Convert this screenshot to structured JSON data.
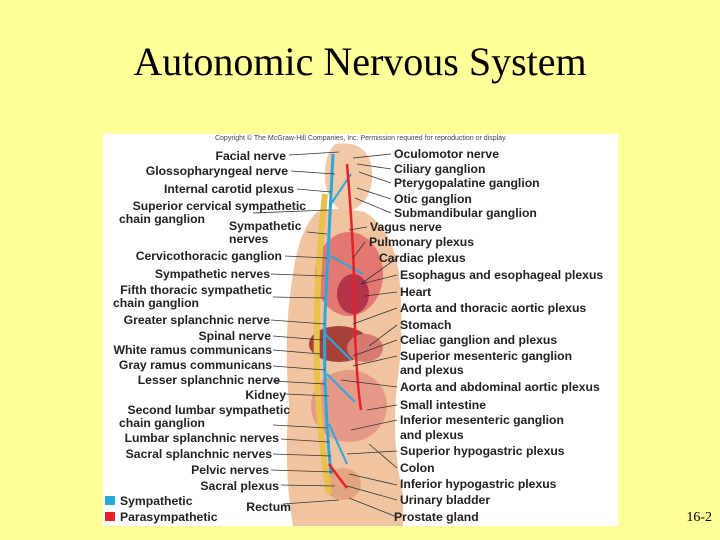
{
  "slide": {
    "title": "Autonomic Nervous System",
    "number": "16-2"
  },
  "figure": {
    "copyright": "Copyright © The McGraw-Hill Companies, Inc. Permission required for reproduction or display.",
    "left_labels": [
      "Facial nerve",
      "Glossopharyngeal nerve",
      "Internal carotid plexus",
      "Superior cervical sympathetic",
      "chain ganglion",
      "Sympathetic",
      "nerves",
      "Cervicothoracic ganglion",
      "Sympathetic nerves",
      "Fifth thoracic sympathetic",
      "chain ganglion",
      "Greater splanchnic nerve",
      "Spinal nerve",
      "White ramus communicans",
      "Gray ramus communicans",
      "Lesser splanchnic nerve",
      "Kidney",
      "Second lumbar sympathetic",
      "chain ganglion",
      "Lumbar splanchnic nerves",
      "Sacral splanchnic nerves",
      "Pelvic nerves",
      "Sacral plexus",
      "Rectum"
    ],
    "right_labels": [
      "Oculomotor nerve",
      "Ciliary ganglion",
      "Pterygopalatine ganglion",
      "Otic ganglion",
      "Submandibular ganglion",
      "Vagus nerve",
      "Pulmonary plexus",
      "Cardiac plexus",
      "Esophagus and esophageal plexus",
      "Heart",
      "Aorta and thoracic aortic plexus",
      "Stomach",
      "Celiac ganglion and plexus",
      "Superior mesenteric ganglion",
      "and plexus",
      "Aorta and abdominal aortic plexus",
      "Small intestine",
      "Inferior mesenteric ganglion",
      "and plexus",
      "Superior hypogastric plexus",
      "Colon",
      "Inferior hypogastric plexus",
      "Urinary bladder",
      "Prostate gland"
    ],
    "legend": [
      {
        "label": "Sympathetic",
        "color": "#29A8E0"
      },
      {
        "label": "Parasympathetic",
        "color": "#E8202A"
      }
    ]
  }
}
